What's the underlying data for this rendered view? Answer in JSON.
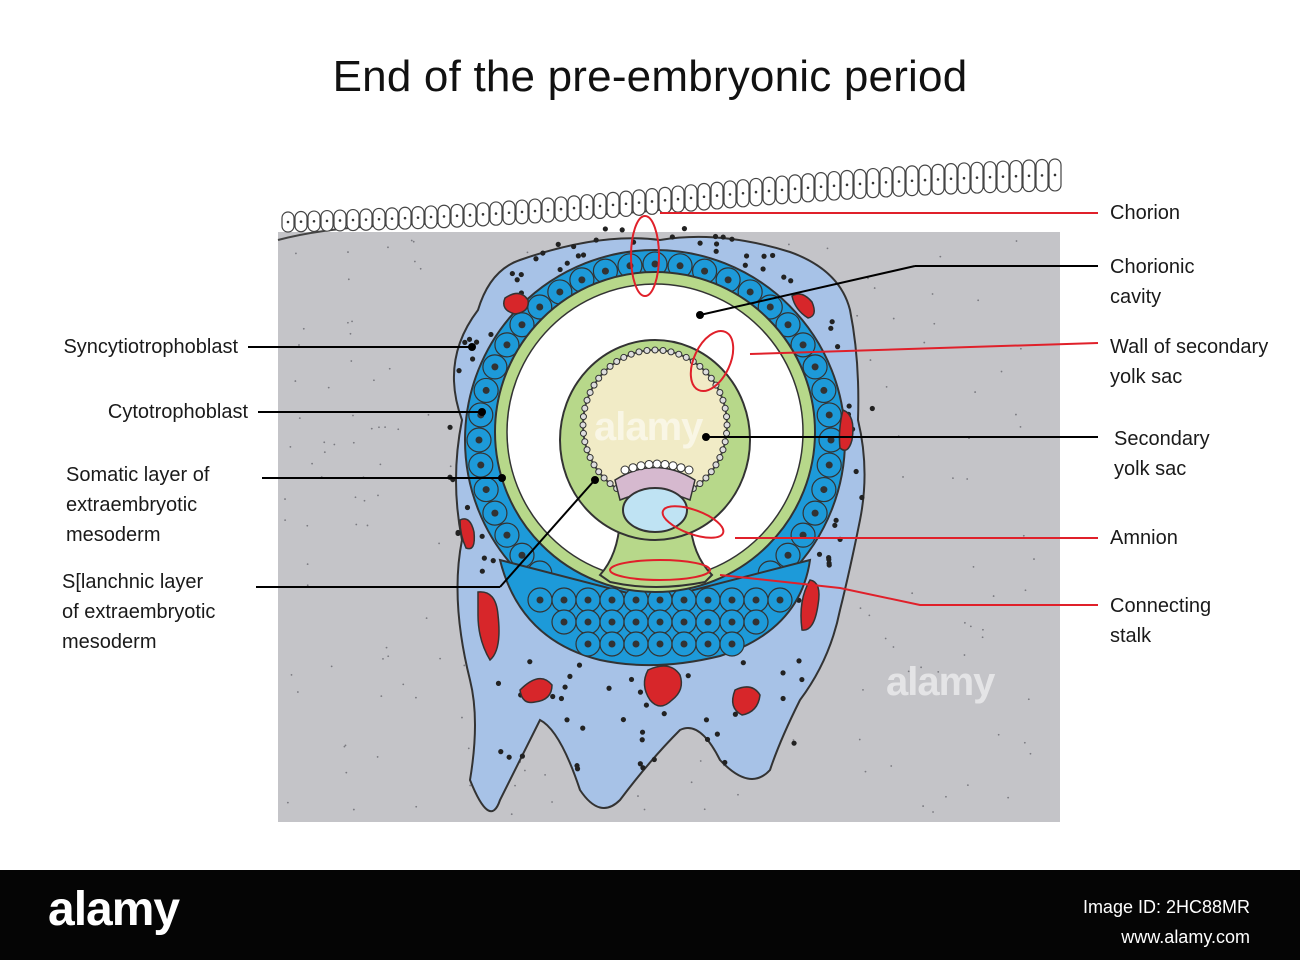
{
  "title": "End of the pre-embryonic period",
  "labels": {
    "chorion": "Chorion",
    "chorionic_cavity": "Chorionic\ncavity",
    "wall_secondary_yolk_sac": "Wall of secondary\nyolk sac",
    "secondary_yolk_sac": "Secondary\nyolk sac",
    "amnion": "Amnion",
    "connecting_stalk": "Connecting\nstalk",
    "syncytiotrophoblast": "Syncytiotrophoblast",
    "cytotrophoblast": "Cytotrophoblast",
    "somatic_layer": "Somatic layer of\nextraembryotic\nmesoderm",
    "splanchnic_layer": "S[lanchnic layer\nof extraembryotic\nmesoderm"
  },
  "watermark": "alamy",
  "footer": {
    "logo": "alamy",
    "image_id": "Image ID: 2HC88MR",
    "site": "www.alamy.com"
  },
  "colors": {
    "tissue_gray": "#c4c4c8",
    "syncytio_blue": "#a7c2e7",
    "cyto_blue": "#1d9ad9",
    "mesoderm_green": "#b7d88a",
    "yolk_cream": "#f1ebc6",
    "amnion_blue": "#bfe3f3",
    "blood_red": "#d7262a",
    "leader_black": "#000000",
    "leader_red": "#e0202a"
  }
}
